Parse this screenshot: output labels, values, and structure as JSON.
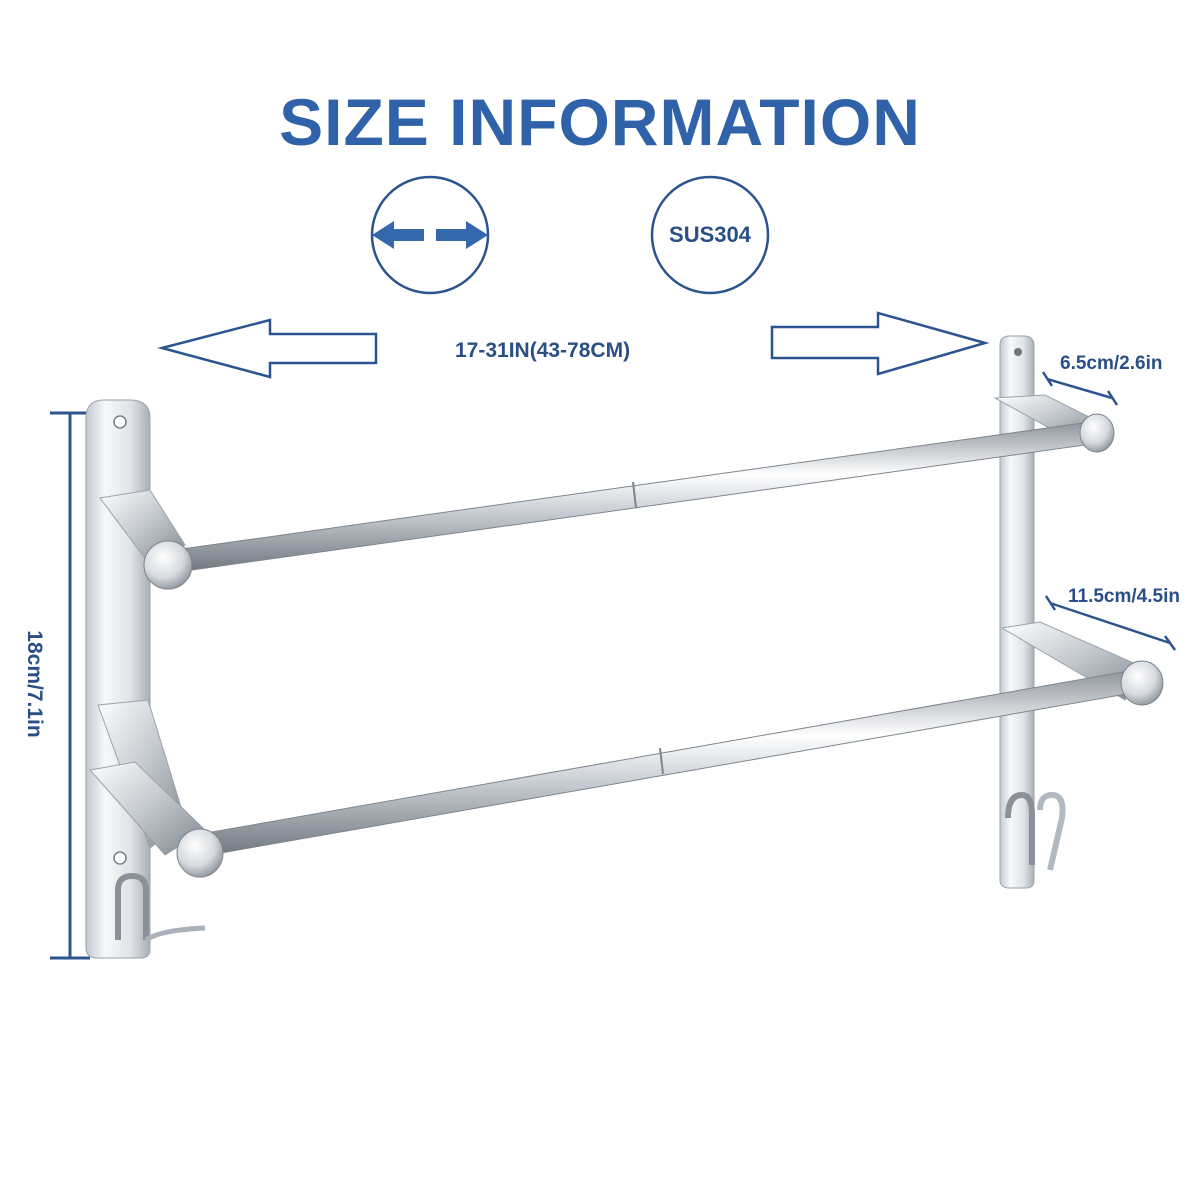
{
  "title": "SIZE INFORMATION",
  "badges": {
    "adjustable_icon": "double-arrow-icon",
    "material": "SUS304"
  },
  "dimensions": {
    "length": "17-31IN(43-78CM)",
    "top_depth": "6.5cm/2.6in",
    "bottom_depth": "11.5cm/4.5in",
    "height": "18cm/7.1in"
  },
  "colors": {
    "title": "#2f62a8",
    "label": "#2a4f86",
    "line": "#2c5590",
    "steel_light": "#f4f6f8",
    "steel_dark": "#9aa2ab"
  }
}
